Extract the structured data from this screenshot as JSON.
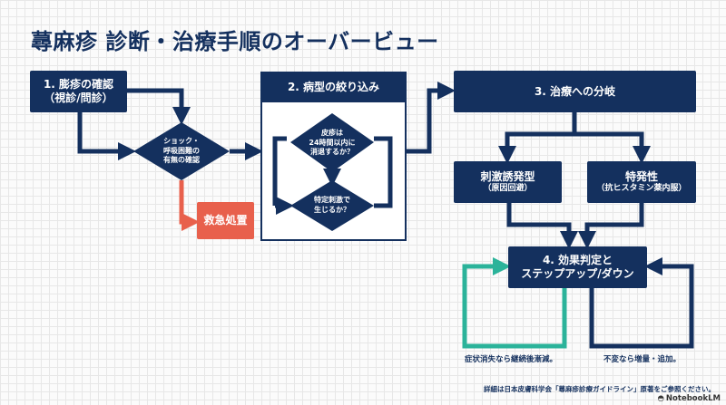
{
  "title": "蕁麻疹 診断・治療手順のオーバービュー",
  "step1": {
    "line1": "1. 膨疹の確認",
    "line2": "（視診/問診）"
  },
  "shock_check": {
    "line1": "ショック・",
    "line2": "呼吸困難の",
    "line3": "有無の確認"
  },
  "emergency": "救急処置",
  "step2": {
    "header": "2. 病型の絞り込み",
    "q1": {
      "line1": "皮疹は",
      "line2": "24時間以内に",
      "line3": "消退するか？"
    },
    "q2": {
      "line1": "特定刺激で",
      "line2": "生じるか？"
    }
  },
  "step3": {
    "header": "3. 治療への分岐"
  },
  "branch_left": {
    "line1": "刺激誘発型",
    "line2": "（原因回避）"
  },
  "branch_right": {
    "line1": "特発性",
    "line2": "（抗ヒスタミン薬内服）"
  },
  "step4": {
    "line1": "4. 効果判定と",
    "line2": "ステップアップ/ダウン"
  },
  "loop_left_label": "症状消失なら継続後漸減。",
  "loop_right_label": "不変なら増量・追加。",
  "footnote": "詳細は日本皮膚科学会「蕁麻疹診療ガイドライン」原著をご参照ください。",
  "watermark": "NotebookLM",
  "colors": {
    "navy": "#14305e",
    "red": "#e8604c",
    "teal": "#2bb39a"
  }
}
